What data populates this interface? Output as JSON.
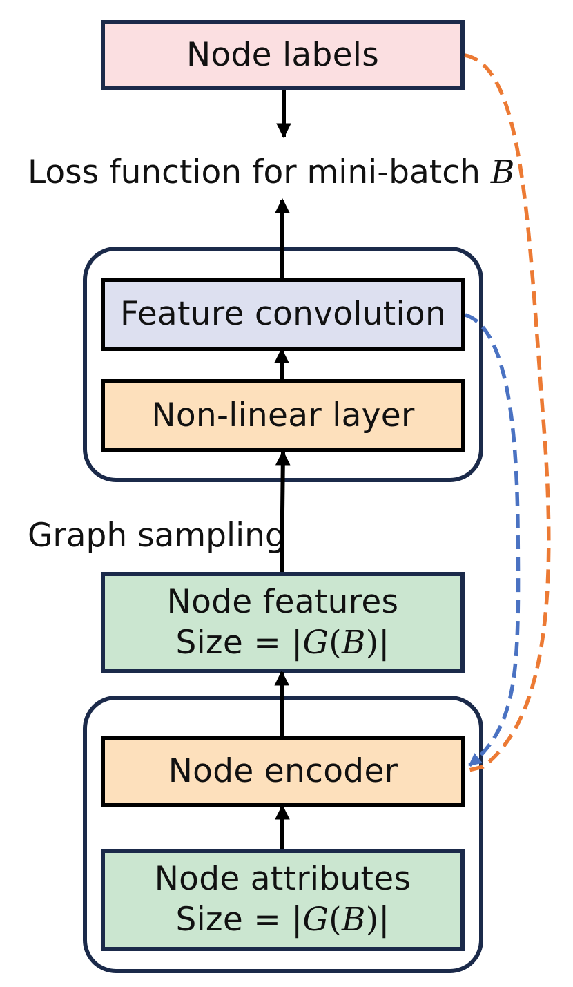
{
  "colors": {
    "labels_fill": "#fbdfe1",
    "conv_fill": "#dde0f0",
    "orange_fill": "#fde0bc",
    "green_fill": "#cbe6d0",
    "outline": "#1b2a4a",
    "arrow": "#000000",
    "orange_dash": "#ec7a34",
    "blue_dash": "#4a72c2"
  },
  "nodes": {
    "node_labels": "Node labels",
    "feature_convolution": "Feature convolution",
    "non_linear_layer": "Non-linear layer",
    "node_features": {
      "title": "Node features",
      "size_prefix": "Size = |",
      "size_expr": "G",
      "size_paren_open": "(",
      "size_arg": "B",
      "size_paren_close": ")",
      "size_suffix": "|"
    },
    "node_encoder": "Node encoder",
    "node_attributes": {
      "title": "Node attributes",
      "size_prefix": "Size = |",
      "size_expr": "G",
      "size_paren_open": "(",
      "size_arg": "B",
      "size_paren_close": ")",
      "size_suffix": "|"
    }
  },
  "labels": {
    "loss_prefix": "Loss function for mini-batch ",
    "loss_var": "B",
    "graph_sampling": "Graph sampling"
  },
  "connections": {
    "solid_arrows": [
      "Node labels → Loss function for mini-batch B",
      "Feature convolution → Loss function for mini-batch B",
      "Non-linear layer → Feature convolution",
      "Node features → Non-linear layer",
      "Node encoder → Node features",
      "Node attributes → Node encoder"
    ],
    "dashed_arrows": [
      {
        "from": "Node labels",
        "to": "Node encoder",
        "color": "orange"
      },
      {
        "from": "Feature convolution",
        "to": "Node encoder",
        "color": "blue"
      }
    ]
  }
}
